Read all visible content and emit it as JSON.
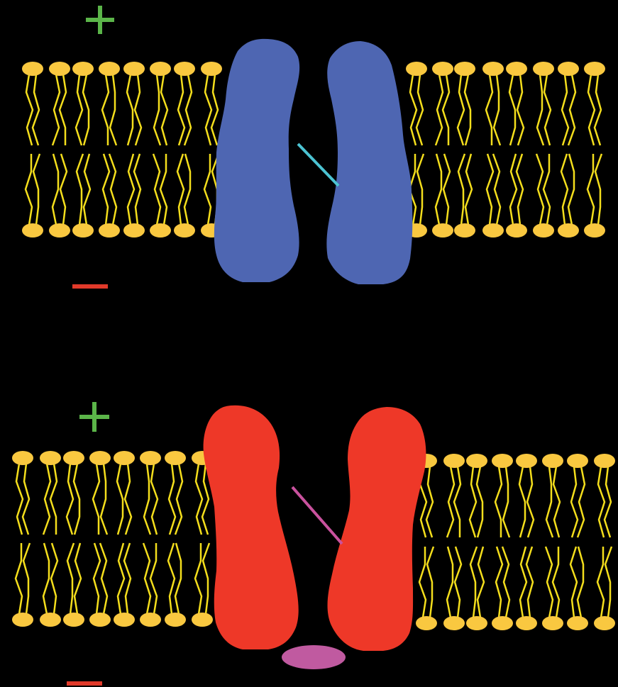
{
  "colors": {
    "background": "#000000",
    "lipid_head": "#F9C840",
    "lipid_tail": "#F4DE1C",
    "plus_sign": "#5BB549",
    "minus_sign": "#E13A2A",
    "channel_closed": "#4E66B2",
    "channel_open": "#EE3828",
    "gate_closed": "#4CC3D2",
    "gate_open": "#C9529E",
    "ligand": "#C05AA0"
  },
  "panels": [
    {
      "id": "closed-channel",
      "channel_state": "closed",
      "membrane_charge_top": "positive",
      "membrane_charge_bottom": "negative",
      "ligand_bound": false,
      "icons": [
        "plus-sign-icon",
        "minus-sign-icon",
        "lipid-bilayer",
        "channel-protein",
        "gate-line"
      ]
    },
    {
      "id": "open-channel",
      "channel_state": "open",
      "membrane_charge_top": "positive",
      "membrane_charge_bottom": "negative",
      "ligand_bound": true,
      "icons": [
        "plus-sign-icon",
        "minus-sign-icon",
        "lipid-bilayer",
        "channel-protein",
        "gate-line",
        "ligand-ellipse"
      ]
    }
  ]
}
